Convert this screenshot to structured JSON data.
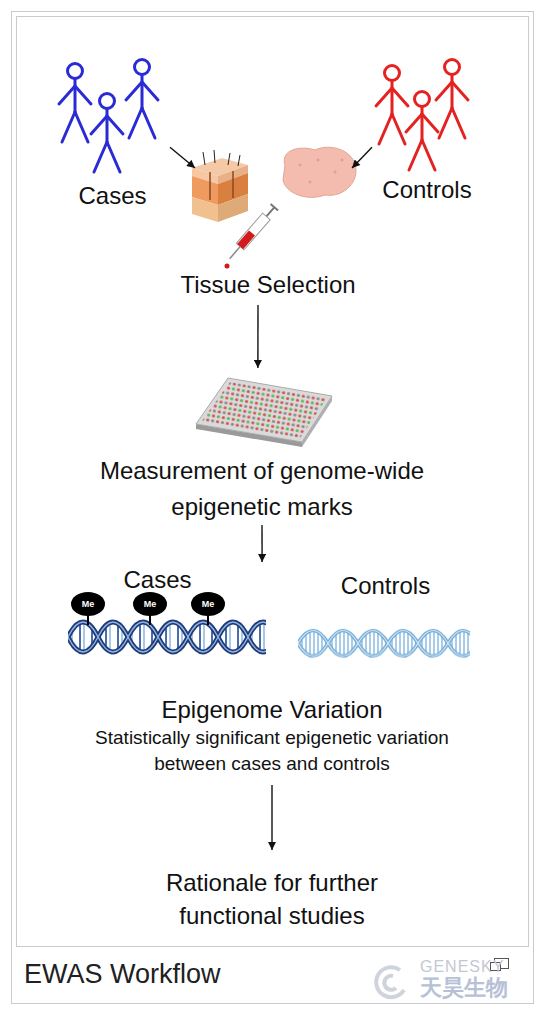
{
  "diagram": {
    "caption": "EWAS Workflow",
    "nodes": [
      {
        "text": [
          "Cases"
        ]
      },
      {
        "text": [
          "Controls"
        ]
      },
      {
        "text": [
          "Tissue Selection"
        ]
      },
      {
        "text": [
          "Measurement of genome-wide epigenetic marks"
        ]
      },
      {
        "text": [
          "Epigenome Variation",
          "Statistically significant epigenetic variation between cases and controls"
        ]
      },
      {
        "text": [
          "Cases"
        ],
        "in": 4
      },
      {
        "text": [
          "Controls"
        ],
        "in": 4
      },
      {
        "text": [
          "Rationale for further functional studies"
        ]
      }
    ],
    "edges": [
      {
        "from": 0,
        "to": 2,
        "arrow": "to"
      },
      {
        "from": 1,
        "to": 2,
        "arrow": "to"
      },
      {
        "from": 2,
        "to": 3,
        "arrow": "to"
      },
      {
        "from": 3,
        "to": 4,
        "arrow": "to"
      },
      {
        "from": 4,
        "to": 7,
        "arrow": "to"
      }
    ],
    "labels": [
      "Me",
      "Me",
      "Me",
      "GENESKY",
      "天昊生物"
    ]
  }
}
